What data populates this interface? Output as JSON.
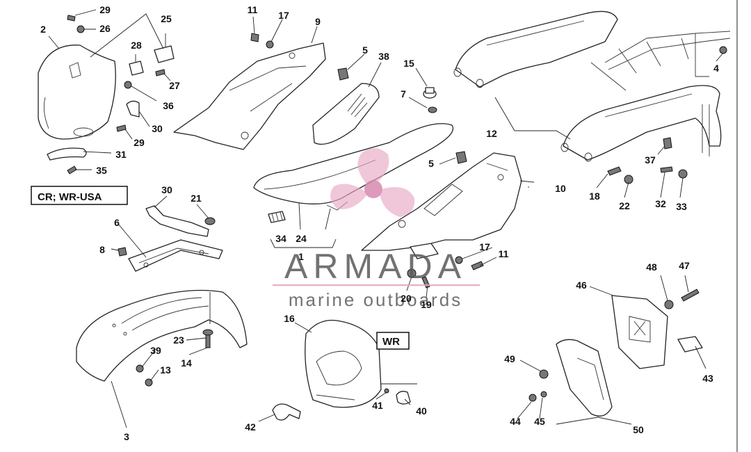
{
  "diagram": {
    "region_labels": {
      "cr_wr_usa": "CR; WR-USA",
      "wr": "WR"
    },
    "part_numbers": [
      "1",
      "2",
      "3",
      "4",
      "5",
      "5b",
      "6",
      "7",
      "8",
      "9",
      "10",
      "11",
      "11b",
      "12",
      "13",
      "14",
      "15",
      "16",
      "17",
      "17b",
      "18",
      "19",
      "20",
      "21",
      "22",
      "23",
      "24",
      "25",
      "26",
      "27",
      "28",
      "29",
      "29b",
      "30",
      "30b",
      "31",
      "32",
      "33",
      "34",
      "35",
      "36",
      "37",
      "38",
      "39",
      "40",
      "41",
      "42",
      "43",
      "44",
      "45",
      "46",
      "47",
      "48",
      "49",
      "50"
    ],
    "labels": {
      "1": "1",
      "2": "2",
      "3": "3",
      "4": "4",
      "5": "5",
      "5b": "5",
      "6": "6",
      "7": "7",
      "8": "8",
      "9": "9",
      "10": "10",
      "11": "11",
      "11b": "11",
      "12": "12",
      "13": "13",
      "14": "14",
      "15": "15",
      "16": "16",
      "17": "17",
      "17b": "17",
      "18": "18",
      "19": "19",
      "20": "20",
      "21": "21",
      "22": "22",
      "23": "23",
      "24": "24",
      "25": "25",
      "26": "26",
      "27": "27",
      "28": "28",
      "29": "29",
      "29b": "29",
      "30": "30",
      "30b": "30",
      "31": "31",
      "32": "32",
      "33": "33",
      "34": "34",
      "35": "35",
      "36": "36",
      "37": "37",
      "38": "38",
      "39": "39",
      "40": "40",
      "41": "41",
      "42": "42",
      "43": "43",
      "44": "44",
      "45": "45",
      "46": "46",
      "47": "47",
      "48": "48",
      "49": "49",
      "50": "50"
    }
  },
  "watermark": {
    "brand": "ARMADA",
    "tagline": "marine outboards",
    "logo_colors": {
      "propeller": "#e8a8c4",
      "hub": "#d68aae",
      "text": "#5a5a5a"
    }
  }
}
